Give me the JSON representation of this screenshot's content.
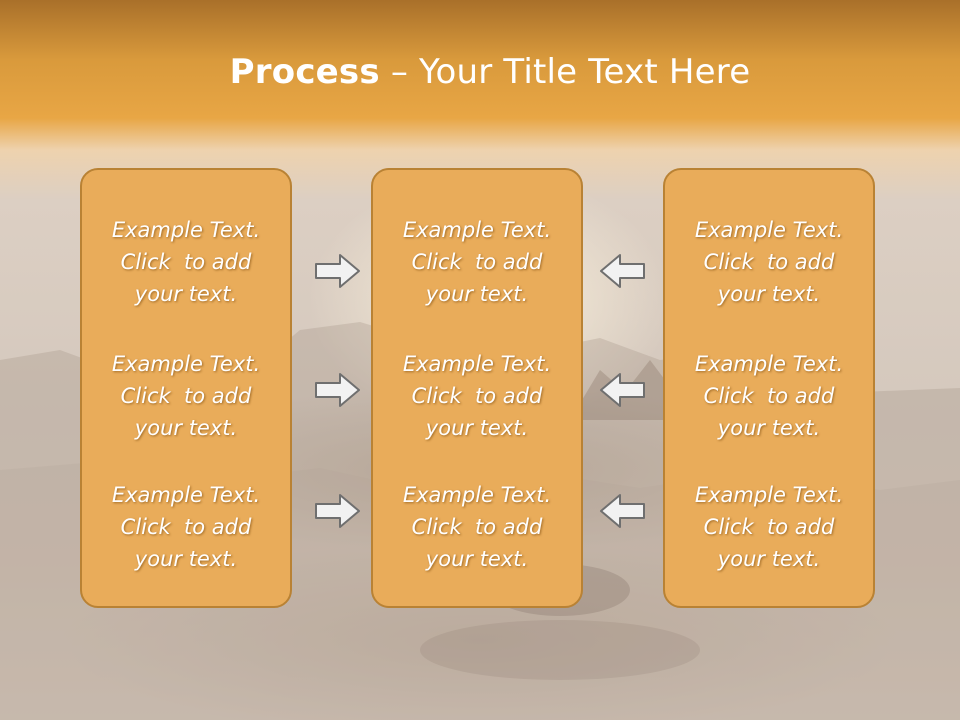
{
  "slide": {
    "title_bold": "Process",
    "title_dash": "–",
    "title_rest": "Your Title Text Here"
  },
  "columns": [
    {
      "items": [
        {
          "line1": "Example Text.",
          "line2": "Click  to add",
          "line3": "your text."
        },
        {
          "line1": "Example Text.",
          "line2": "Click  to add",
          "line3": "your text."
        },
        {
          "line1": "Example Text.",
          "line2": "Click  to add",
          "line3": "your text."
        }
      ]
    },
    {
      "items": [
        {
          "line1": "Example Text.",
          "line2": "Click  to add",
          "line3": "your text."
        },
        {
          "line1": "Example Text.",
          "line2": "Click  to add",
          "line3": "your text."
        },
        {
          "line1": "Example Text.",
          "line2": "Click  to add",
          "line3": "your text."
        }
      ]
    },
    {
      "items": [
        {
          "line1": "Example Text.",
          "line2": "Click  to add",
          "line3": "your text."
        },
        {
          "line1": "Example Text.",
          "line2": "Click  to add",
          "line3": "your text."
        },
        {
          "line1": "Example Text.",
          "line2": "Click  to add",
          "line3": "your text."
        }
      ]
    }
  ],
  "arrows": {
    "left_to_center": [
      "right-arrow-icon",
      "right-arrow-icon",
      "right-arrow-icon"
    ],
    "right_to_center": [
      "left-arrow-icon",
      "left-arrow-icon",
      "left-arrow-icon"
    ]
  },
  "colors": {
    "banner": "#e8a645",
    "panel_fill": "#e9ac5a",
    "panel_border": "#b98234",
    "arrow_fill": "#f2f2f2",
    "arrow_stroke": "#6f6f6f",
    "text": "#ffffff"
  }
}
